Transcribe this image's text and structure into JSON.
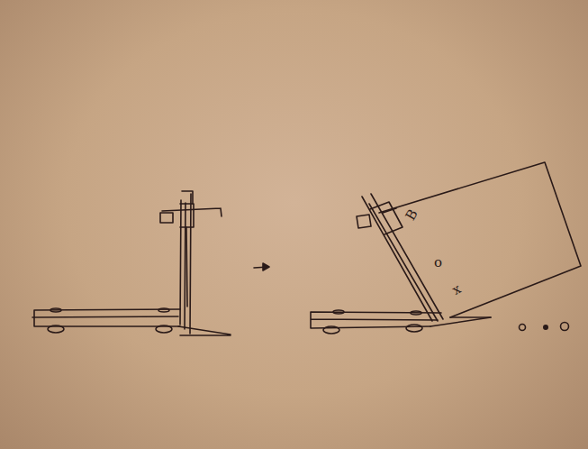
{
  "diagram": {
    "labels": [
      "B",
      "o",
      "x"
    ]
  }
}
